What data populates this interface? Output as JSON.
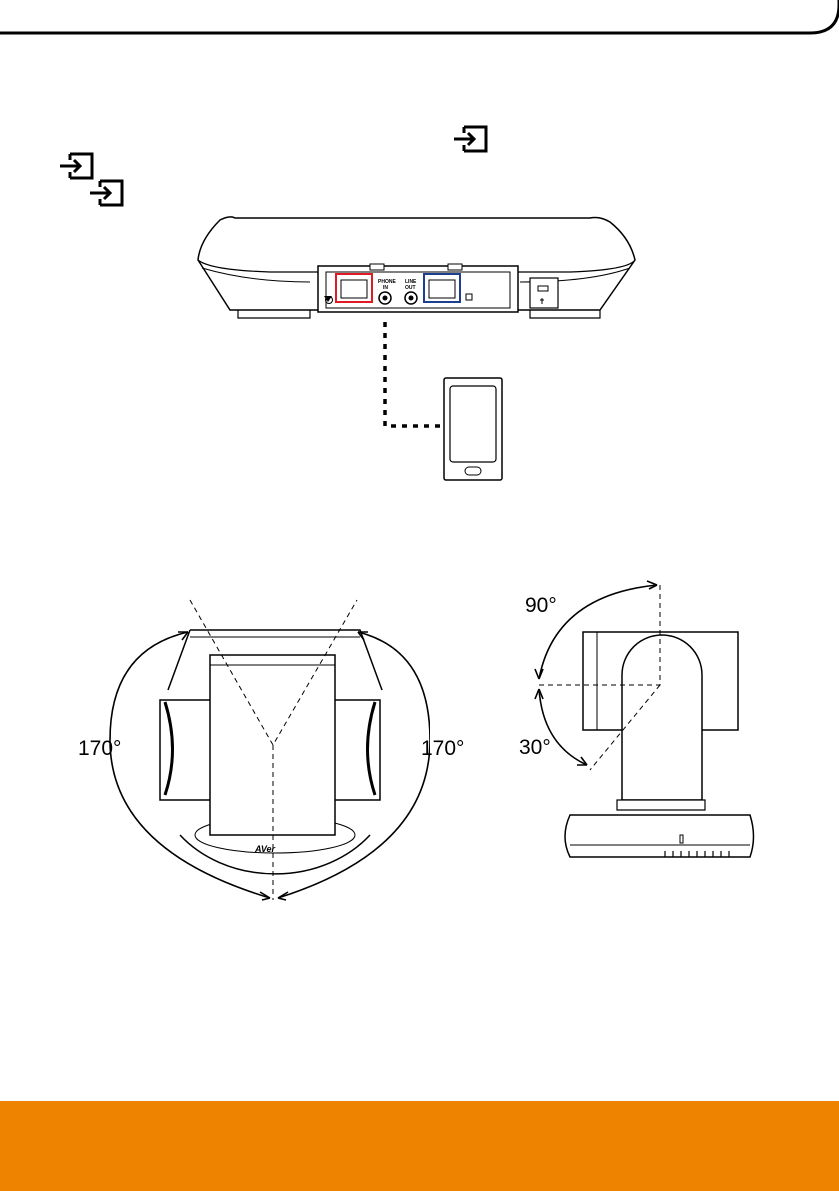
{
  "header": {
    "line_color": "#000000"
  },
  "icons": {
    "input_icon": "input-source-icon"
  },
  "speakerphone": {
    "port_labels": {
      "phone_in_1": "PHONE",
      "phone_in_2": "IN",
      "line_out_1": "LINE",
      "line_out_2": "OUT"
    },
    "colors": {
      "left_port": "#e01b24",
      "right_port": "#1c3f94"
    }
  },
  "camera": {
    "pan_left_label": "170°",
    "pan_right_label": "170°",
    "tilt_up_label": "90°",
    "tilt_down_label": "30°",
    "brand_mark": "AVer"
  },
  "footer": {
    "color": "#ee8300"
  }
}
